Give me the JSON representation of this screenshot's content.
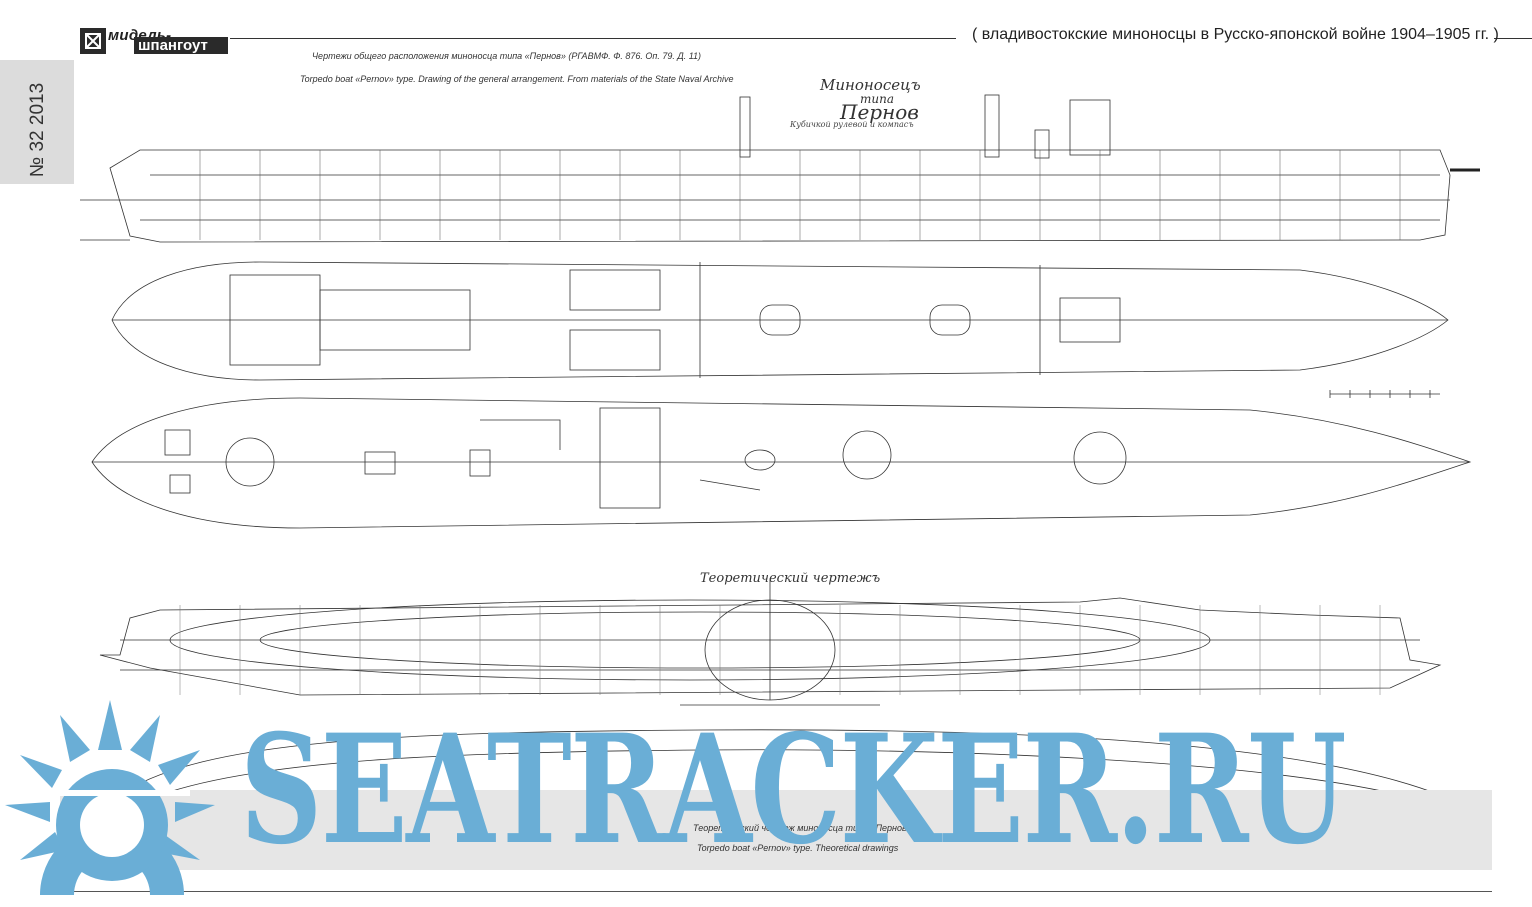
{
  "header": {
    "logo_line1": "мидель-",
    "logo_line2": "шпангоут",
    "title": "( владивостокские миноносцы в Русско-японской войне 1904–1905 гг. )",
    "issue": "№ 32  2013"
  },
  "figure_top": {
    "caption_ru": "Чертежи общего расположения миноносца типа «Пернов» (РГАВМФ. Ф. 876. Оп. 79. Д. 11)",
    "caption_en": "Torpedo boat «Pernov» type. Drawing of the general arrangement. From materials of the State Naval Archive",
    "handwritten_title": "Миноносецъ",
    "handwritten_sub": "типа",
    "handwritten_name": "Пернов",
    "handwritten_note": "Кубичкой рулевой и компасъ"
  },
  "figure_bottom": {
    "handwritten_title": "Теоретический чертежъ",
    "caption_ru": "Теоретический чертеж миноносца типа «Пернов»",
    "caption_en": "Torpedo boat «Pernov» type. Theoretical drawings"
  },
  "watermark": {
    "text": "SEATRACKER.RU",
    "color": "#6aaed6"
  }
}
